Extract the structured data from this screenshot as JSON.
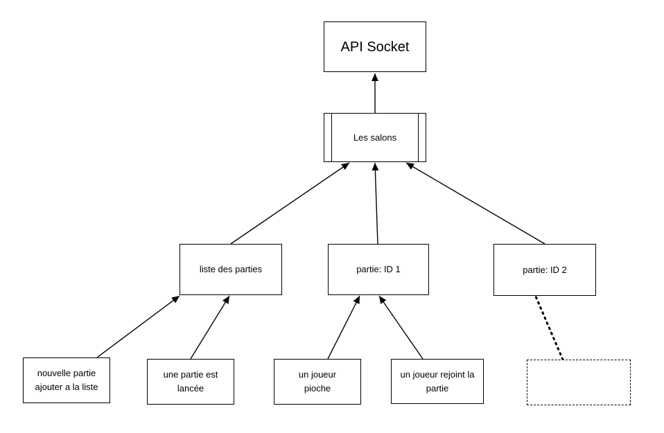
{
  "nodes": {
    "api": {
      "label": "API Socket"
    },
    "salons": {
      "label": "Les salons"
    },
    "liste": {
      "label": "liste des parties"
    },
    "partie1": {
      "label": "partie: ID 1"
    },
    "partie2": {
      "label": "partie: ID 2"
    },
    "nouvelle": {
      "label": "nouvelle partie\najouter a la liste"
    },
    "lancee": {
      "label": "une partie est\nlancée"
    },
    "pioche": {
      "label": "un joueur\npioche"
    },
    "rejoint": {
      "label": "un joueur rejoint la\npartie"
    },
    "placeholder": {
      "label": ""
    }
  },
  "edges": [
    {
      "from": "salons",
      "to": "api",
      "style": "arrow"
    },
    {
      "from": "liste",
      "to": "salons",
      "style": "arrow"
    },
    {
      "from": "partie1",
      "to": "salons",
      "style": "arrow"
    },
    {
      "from": "partie2",
      "to": "salons",
      "style": "arrow"
    },
    {
      "from": "nouvelle",
      "to": "liste",
      "style": "arrow"
    },
    {
      "from": "lancee",
      "to": "liste",
      "style": "arrow"
    },
    {
      "from": "pioche",
      "to": "partie1",
      "style": "arrow"
    },
    {
      "from": "rejoint",
      "to": "partie1",
      "style": "arrow"
    },
    {
      "from": "placeholder",
      "to": "partie2",
      "style": "dotted"
    }
  ]
}
